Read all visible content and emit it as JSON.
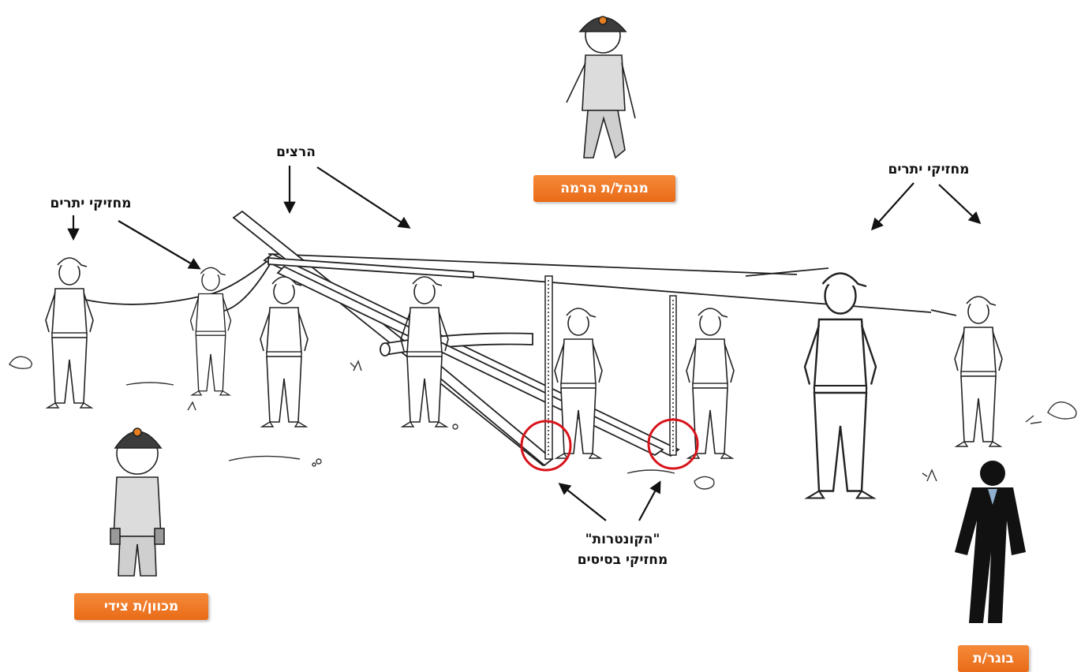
{
  "labels": {
    "runners": "הרצים",
    "rope_holders_left": "מחזיקי יתרים",
    "rope_holders_right": "מחזיקי יתרים",
    "counters_line1": "\"הקונטרות\"",
    "counters_line2": "מחזיקי בסיסים"
  },
  "badges": {
    "lift_manager": "מנהל/ת הרמה",
    "equipment_guide": "מכוון/ת  צידי",
    "adult": "בוגר/ת"
  },
  "colors": {
    "badge": "#ee7423",
    "circle_highlight": "#d8141b",
    "line_art": "#222222"
  }
}
